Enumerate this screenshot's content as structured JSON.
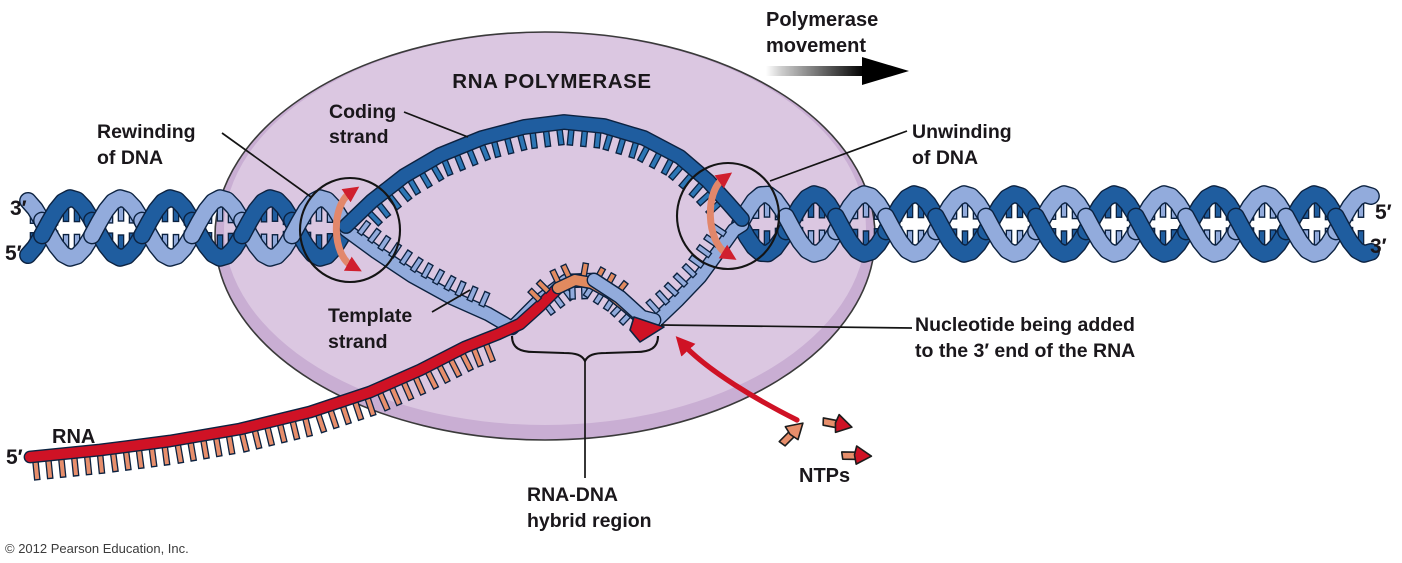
{
  "figure": {
    "title": "RNA POLYMERASE",
    "copyright": "© 2012 Pearson Education, Inc."
  },
  "labels": {
    "polymerase_movement": {
      "line1": "Polymerase",
      "line2": "movement"
    },
    "rna_polymerase": "RNA POLYMERASE",
    "coding_strand": {
      "line1": "Coding",
      "line2": "strand"
    },
    "rewinding": {
      "line1": "Rewinding",
      "line2": "of DNA"
    },
    "unwinding": {
      "line1": "Unwinding",
      "line2": "of DNA"
    },
    "template_strand": {
      "line1": "Template",
      "line2": "strand"
    },
    "rna": "RNA",
    "hybrid_region": {
      "line1": "RNA-DNA",
      "line2": "hybrid region"
    },
    "nucleotide_added": {
      "line1": "Nucleotide being added",
      "line2": "to the 3′ end of the RNA"
    },
    "ntps": "NTPs"
  },
  "strand_ends": {
    "dna_left_top": "3′",
    "dna_left_bottom": "5′",
    "dna_right_top": "5′",
    "dna_right_bottom": "3′",
    "rna_5_end": "5′"
  },
  "colors": {
    "polymerase_body": "#dbc7e1",
    "polymerase_rim": "#c9aed3",
    "polymerase_outline": "#3a3a3a",
    "dna_dark": "#1f5d9f",
    "dna_light": "#92abdc",
    "strand_outline": "#0c2240",
    "coding_teeth": "#2d76b5",
    "rna_red": "#cf1225",
    "rna_teeth": "#e78e6b",
    "hybrid_orange": "#e18a5f",
    "rotation_body": "#e2876b",
    "rotation_head": "#d01f2e",
    "text": "#1a171b"
  }
}
